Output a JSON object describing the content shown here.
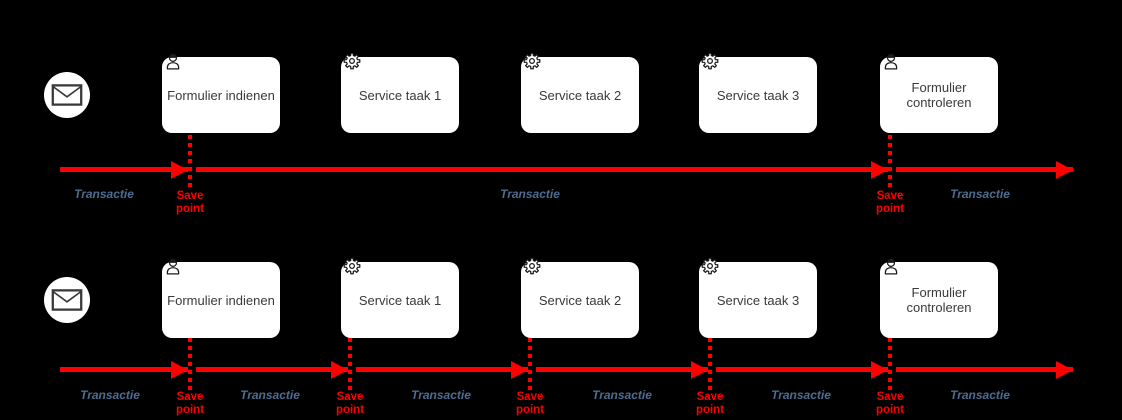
{
  "colors": {
    "background": "#000000",
    "arrow_red": "#ff0000",
    "save_point_red": "#ff0000",
    "transactie_blue": "#4d6d90",
    "task_fill": "#ffffff",
    "task_text": "#3a3a3a"
  },
  "rows": [
    {
      "name": "top-flow",
      "start_event_icon": "envelope-icon",
      "tasks": [
        {
          "label": "Formulier indienen",
          "icon": "user-icon"
        },
        {
          "label": "Service taak 1",
          "icon": "gear-icon"
        },
        {
          "label": "Service taak 2",
          "icon": "gear-icon"
        },
        {
          "label": "Service taak 3",
          "icon": "gear-icon"
        },
        {
          "label": "Formulier controleren",
          "icon": "user-icon"
        }
      ],
      "transactie_labels": [
        "Transactie",
        "Transactie",
        "Transactie"
      ],
      "save_points": [
        {
          "line1": "Save",
          "line2": "point"
        },
        {
          "line1": "Save",
          "line2": "point"
        }
      ]
    },
    {
      "name": "bottom-flow",
      "start_event_icon": "envelope-icon",
      "tasks": [
        {
          "label": "Formulier indienen",
          "icon": "user-icon"
        },
        {
          "label": "Service taak 1",
          "icon": "gear-icon"
        },
        {
          "label": "Service taak 2",
          "icon": "gear-icon"
        },
        {
          "label": "Service taak 3",
          "icon": "gear-icon"
        },
        {
          "label": "Formulier controleren",
          "icon": "user-icon"
        }
      ],
      "transactie_labels": [
        "Transactie",
        "Transactie",
        "Transactie",
        "Transactie",
        "Transactie",
        "Transactie"
      ],
      "save_points": [
        {
          "line1": "Save",
          "line2": "point"
        },
        {
          "line1": "Save",
          "line2": "point"
        },
        {
          "line1": "Save",
          "line2": "point"
        },
        {
          "line1": "Save",
          "line2": "point"
        },
        {
          "line1": "Save",
          "line2": "point"
        }
      ]
    }
  ]
}
